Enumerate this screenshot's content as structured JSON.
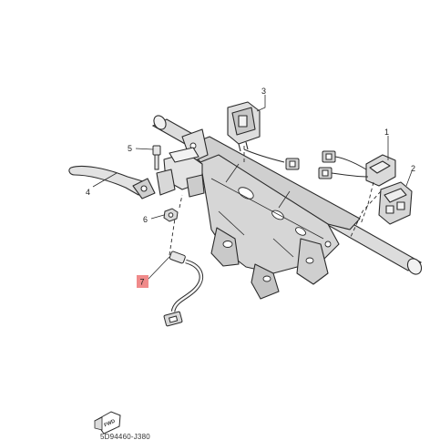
{
  "diagram": {
    "callouts": [
      {
        "id": "1",
        "text": "1",
        "highlighted": false
      },
      {
        "id": "2",
        "text": "2",
        "highlighted": false
      },
      {
        "id": "3",
        "text": "3",
        "highlighted": false
      },
      {
        "id": "4",
        "text": "4",
        "highlighted": false
      },
      {
        "id": "5",
        "text": "5",
        "highlighted": false
      },
      {
        "id": "6",
        "text": "6",
        "highlighted": false
      },
      {
        "id": "7",
        "text": "7",
        "highlighted": true
      }
    ],
    "direction_badge": "FWD",
    "part_code": "5D94460-J380",
    "colors": {
      "line": "#2b2b2b",
      "shade": "#d2d2d2",
      "highlight": "#f08a8a"
    }
  }
}
